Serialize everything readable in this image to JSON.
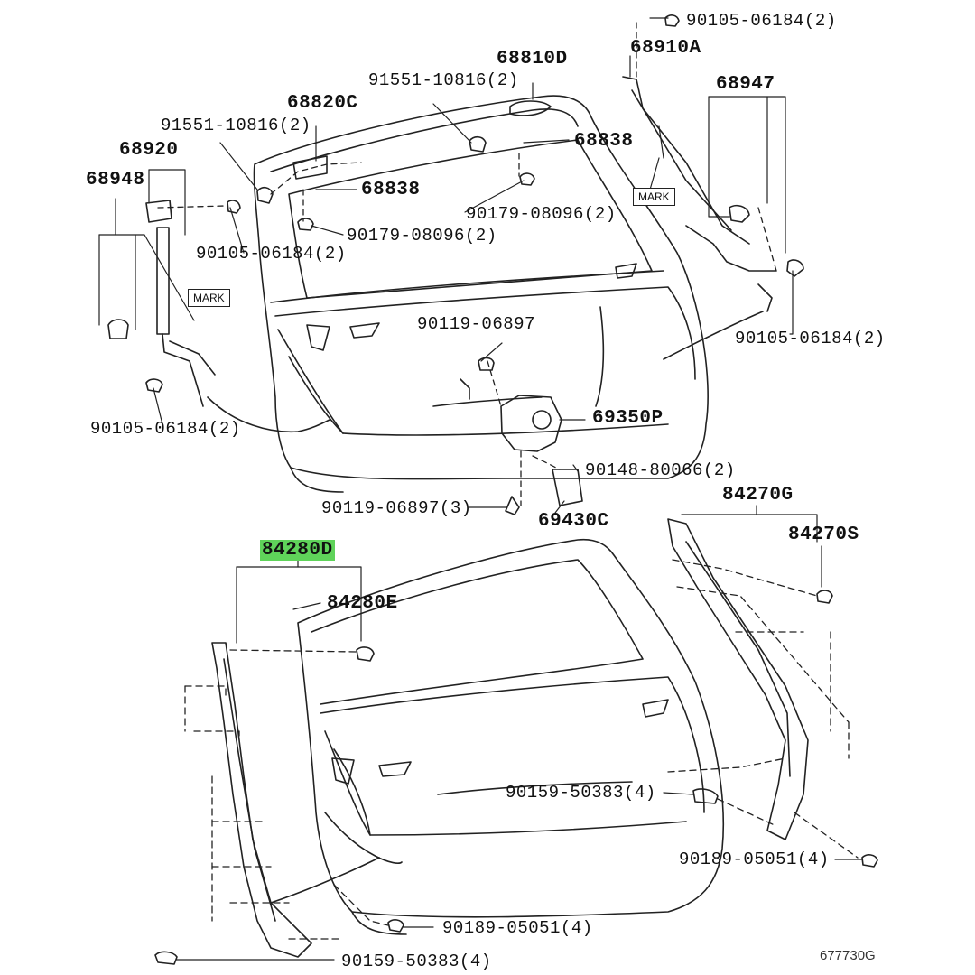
{
  "callouts": [
    {
      "id": "p1",
      "text": "90105-06184(2)"
    },
    {
      "id": "p2",
      "text": "68810D"
    },
    {
      "id": "p3",
      "text": "68910A"
    },
    {
      "id": "p4",
      "text": "91551-10816(2)"
    },
    {
      "id": "p5",
      "text": "68947"
    },
    {
      "id": "p6",
      "text": "68820C"
    },
    {
      "id": "p7",
      "text": "68838"
    },
    {
      "id": "p8",
      "text": "91551-10816(2)"
    },
    {
      "id": "p9",
      "text": "68920"
    },
    {
      "id": "p10",
      "text": "68948"
    },
    {
      "id": "p11",
      "text": "68838"
    },
    {
      "id": "p12",
      "text": "90179-08096(2)"
    },
    {
      "id": "p13",
      "text": "90179-08096(2)"
    },
    {
      "id": "p14",
      "text": "90105-06184(2)"
    },
    {
      "id": "p15",
      "text": "90119-06897"
    },
    {
      "id": "p16",
      "text": "90105-06184(2)"
    },
    {
      "id": "p17",
      "text": "69350P"
    },
    {
      "id": "p18",
      "text": "90105-06184(2)"
    },
    {
      "id": "p19",
      "text": "90148-80066(2)"
    },
    {
      "id": "p20",
      "text": "84270G"
    },
    {
      "id": "p21",
      "text": "90119-06897(3)"
    },
    {
      "id": "p22",
      "text": "69430C"
    },
    {
      "id": "p23",
      "text": "84270S"
    },
    {
      "id": "p24",
      "text": "84280D"
    },
    {
      "id": "p25",
      "text": "84280E"
    },
    {
      "id": "p26",
      "text": "90159-50383(4)"
    },
    {
      "id": "p27",
      "text": "90189-05051(4)"
    },
    {
      "id": "p28",
      "text": "90189-05051(4)"
    },
    {
      "id": "p29",
      "text": "90159-50383(4)"
    }
  ],
  "marks": [
    "MARK",
    "MARK"
  ],
  "figure_ref": "677730G",
  "highlight_color": "#5fd35a"
}
